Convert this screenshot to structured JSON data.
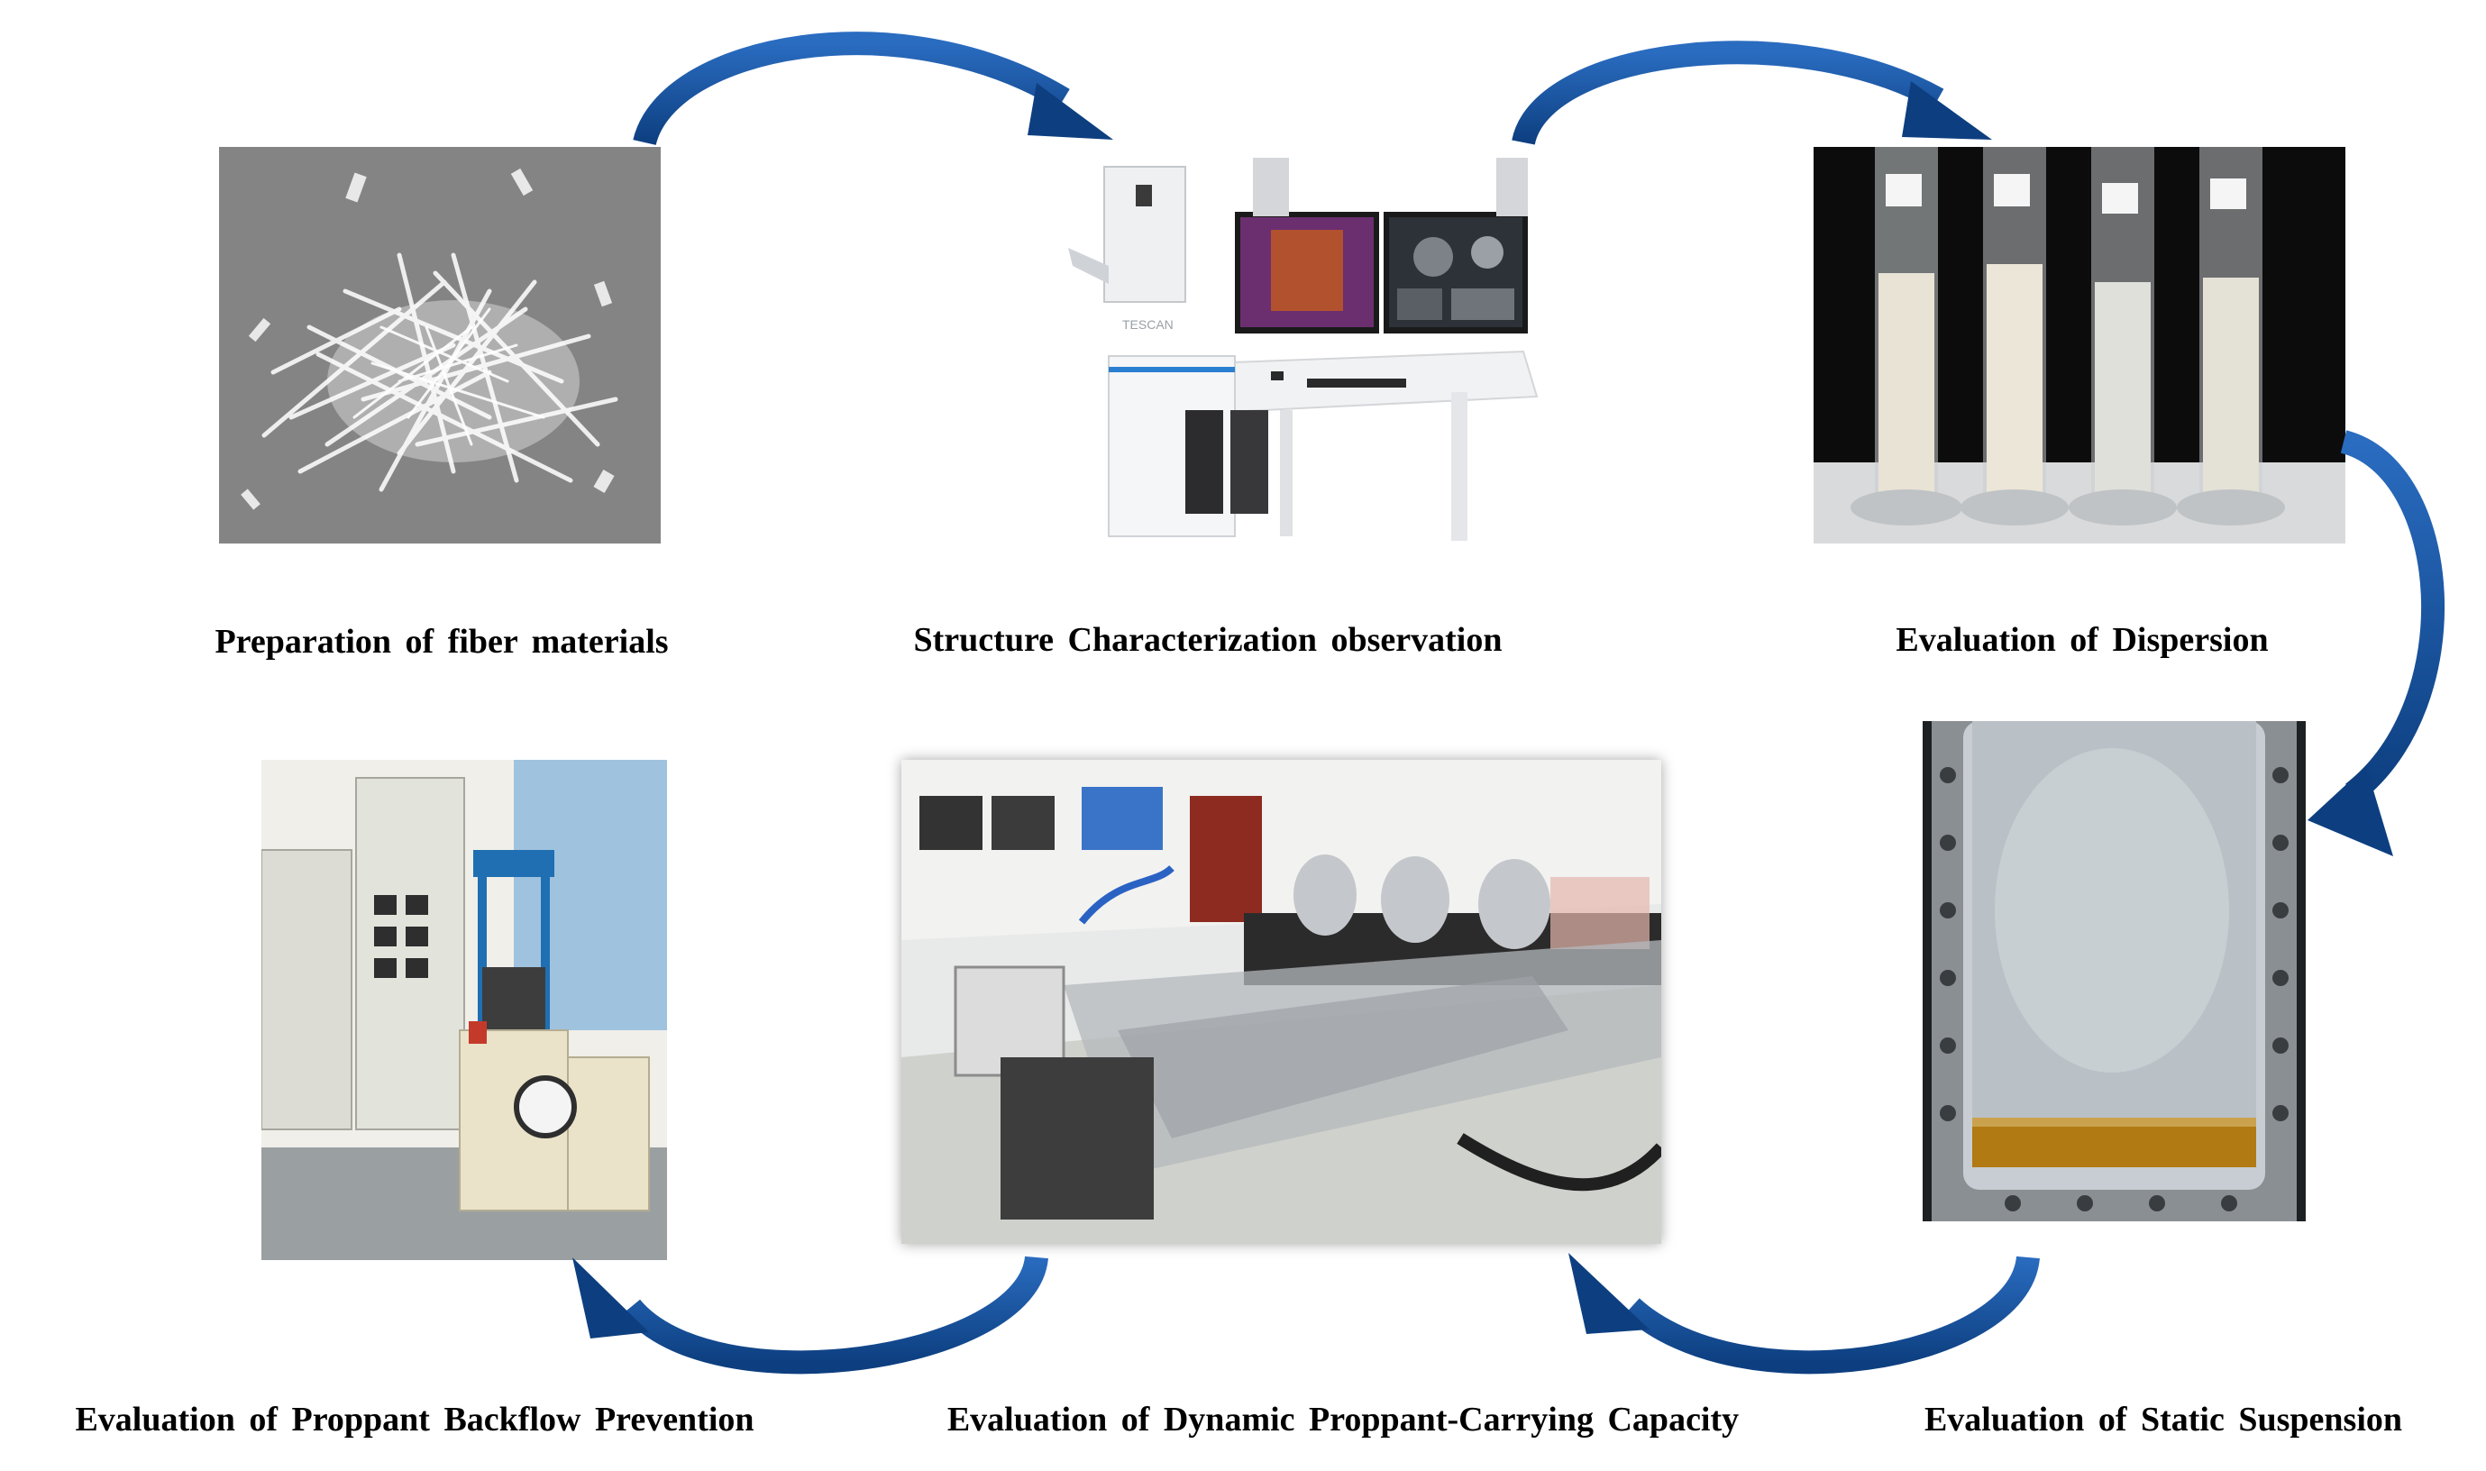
{
  "steps": [
    {
      "id": "fiber",
      "caption": "Preparation of fiber materials"
    },
    {
      "id": "sem",
      "caption": "Structure Characterization observation"
    },
    {
      "id": "dispersion",
      "caption": "Evaluation of Dispersion"
    },
    {
      "id": "static",
      "caption": "Evaluation of Static Suspension"
    },
    {
      "id": "dynamic",
      "caption": "Evaluation of Dynamic Proppant-Carrying Capacity"
    },
    {
      "id": "backflow",
      "caption": "Evaluation of Proppant Backflow Prevention"
    }
  ],
  "photo_text": {
    "sem_brand": "TESCAN"
  },
  "colors": {
    "arrow": "#1a5aa6",
    "arrow_dark": "#0d3f80"
  }
}
